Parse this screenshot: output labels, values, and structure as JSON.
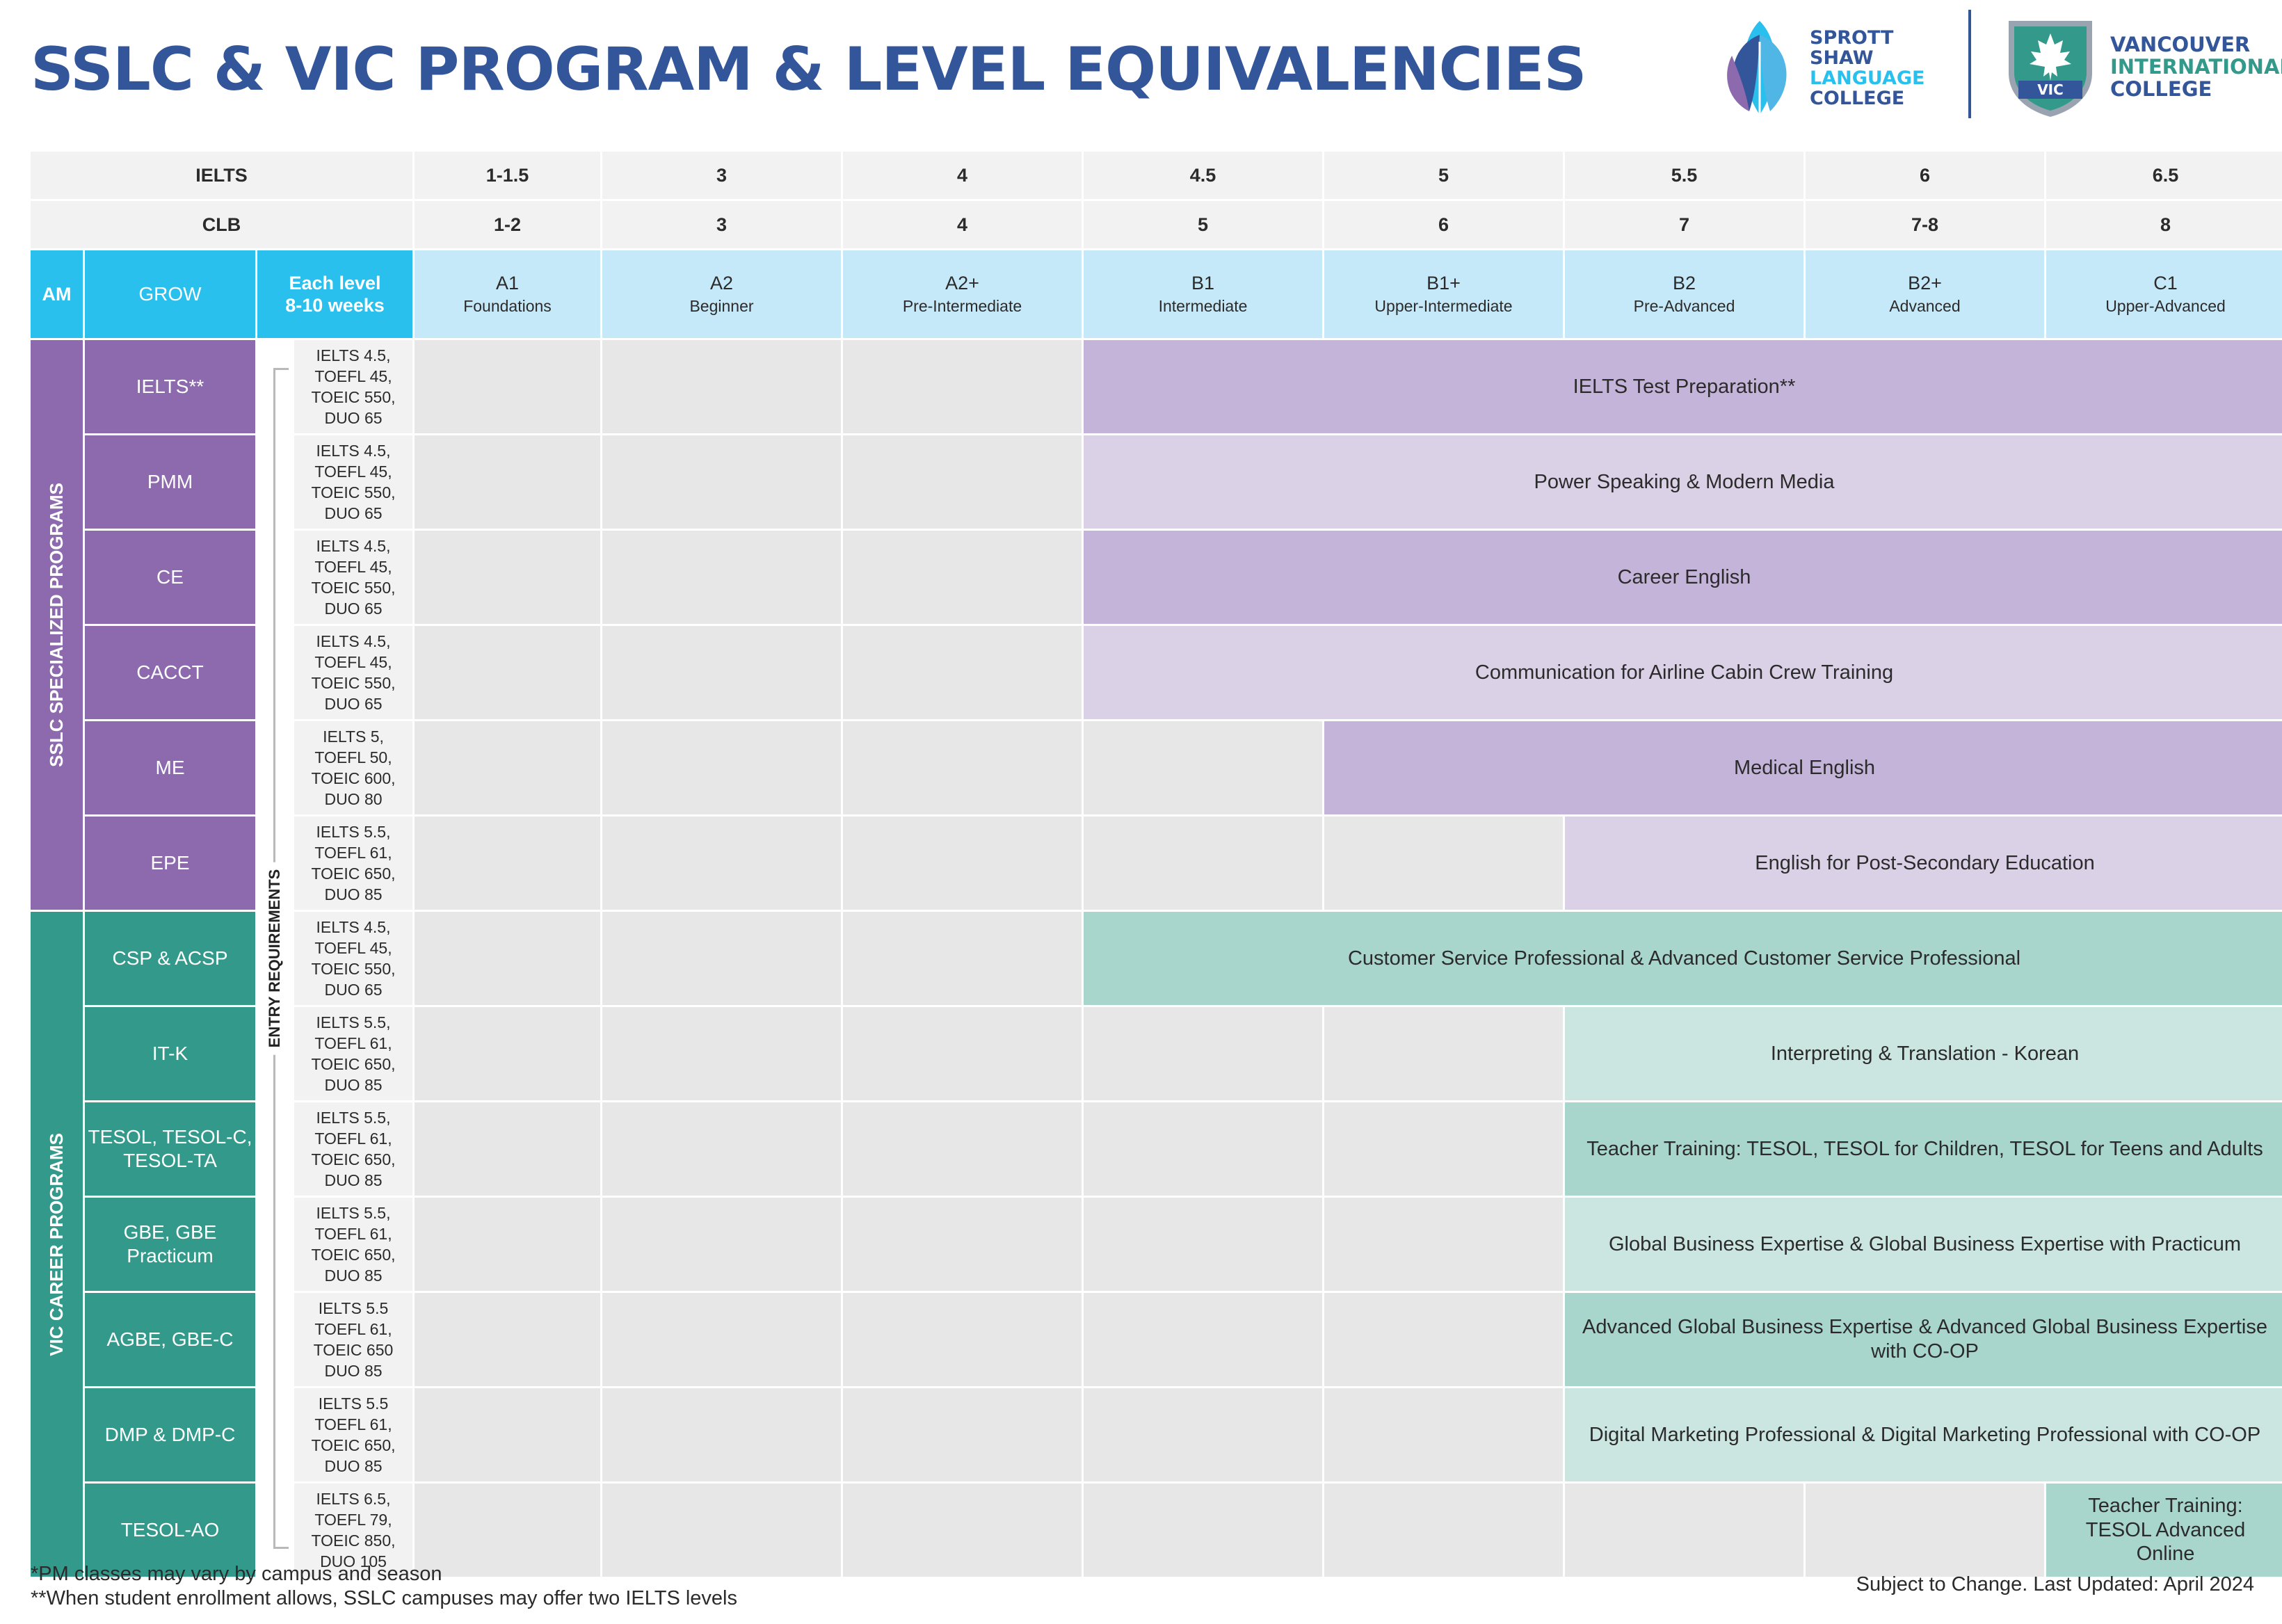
{
  "title": "SSLC & VIC PROGRAM & LEVEL EQUIVALENCIES",
  "logos": {
    "sslc": [
      "SPROTT",
      "SHAW",
      "LANGUAGE",
      "COLLEGE"
    ],
    "vic_badge": "VIC",
    "vic": [
      "VANCOUVER",
      "INTERNATIONAL",
      "COLLEGE"
    ]
  },
  "header": {
    "ielts_label": "IELTS",
    "clb_label": "CLB",
    "ielts": [
      "1-1.5",
      "3",
      "4",
      "4.5",
      "5",
      "5.5",
      "6",
      "6.5"
    ],
    "clb": [
      "1-2",
      "3",
      "4",
      "5",
      "6",
      "7",
      "7-8",
      "8"
    ],
    "am": "AM",
    "grow": "GROW",
    "each_level": [
      "Each level",
      "8-10 weeks"
    ],
    "levels": [
      {
        "code": "A1",
        "name": "Foundations"
      },
      {
        "code": "A2",
        "name": "Beginner"
      },
      {
        "code": "A2+",
        "name": "Pre-Intermediate"
      },
      {
        "code": "B1",
        "name": "Intermediate"
      },
      {
        "code": "B1+",
        "name": "Upper-Intermediate"
      },
      {
        "code": "B2",
        "name": "Pre-Advanced"
      },
      {
        "code": "B2+",
        "name": "Advanced"
      },
      {
        "code": "C1",
        "name": "Upper-Advanced"
      }
    ]
  },
  "groups": {
    "sslc": "SSLC SPECIALIZED PROGRAMS",
    "vic": "VIC CAREER PROGRAMS",
    "entry": "ENTRY REQUIREMENTS"
  },
  "programs": [
    {
      "code": "IELTS**",
      "entry": [
        "IELTS 4.5,",
        "TOEFL 45,",
        "TOEIC 550,",
        "DUO 65"
      ],
      "start": 3,
      "bar": "IELTS Test Preparation**",
      "shade": "p1"
    },
    {
      "code": "PMM",
      "entry": [
        "IELTS 4.5,",
        "TOEFL 45,",
        "TOEIC 550,",
        "DUO 65"
      ],
      "start": 3,
      "bar": "Power Speaking & Modern Media",
      "shade": "p2"
    },
    {
      "code": "CE",
      "entry": [
        "IELTS 4.5,",
        "TOEFL 45,",
        "TOEIC 550,",
        "DUO 65"
      ],
      "start": 3,
      "bar": "Career English",
      "shade": "p1"
    },
    {
      "code": "CACCT",
      "entry": [
        "IELTS 4.5,",
        "TOEFL 45,",
        "TOEIC 550,",
        "DUO 65"
      ],
      "start": 3,
      "bar": "Communication for Airline Cabin Crew Training",
      "shade": "p2"
    },
    {
      "code": "ME",
      "entry": [
        "IELTS 5,",
        "TOEFL 50,",
        "TOEIC 600,",
        "DUO 80"
      ],
      "start": 4,
      "bar": "Medical English",
      "shade": "p1"
    },
    {
      "code": "EPE",
      "entry": [
        "IELTS 5.5,",
        "TOEFL 61,",
        "TOEIC 650,",
        "DUO 85"
      ],
      "start": 5,
      "bar": "English for Post-Secondary Education",
      "shade": "p2"
    },
    {
      "code": "CSP & ACSP",
      "entry": [
        "IELTS 4.5,",
        "TOEFL 45,",
        "TOEIC 550,",
        "DUO 65"
      ],
      "start": 3,
      "bar": "Customer Service Professional & Advanced Customer Service Professional",
      "shade": "t1"
    },
    {
      "code": "IT-K",
      "entry": [
        "IELTS 5.5,",
        "TOEFL 61,",
        "TOEIC 650,",
        "DUO 85"
      ],
      "start": 5,
      "bar": "Interpreting & Translation - Korean",
      "shade": "t2"
    },
    {
      "code": "TESOL, TESOL-C, TESOL-TA",
      "entry": [
        "IELTS 5.5,",
        "TOEFL 61,",
        "TOEIC 650,",
        "DUO 85"
      ],
      "start": 5,
      "bar": "Teacher Training: TESOL, TESOL for Children, TESOL for Teens and Adults",
      "shade": "t1"
    },
    {
      "code": "GBE, GBE Practicum",
      "entry": [
        "IELTS 5.5,",
        "TOEFL 61,",
        "TOEIC 650,",
        "DUO 85"
      ],
      "start": 5,
      "bar": "Global Business Expertise & Global Business Expertise with Practicum",
      "shade": "t2"
    },
    {
      "code": "AGBE, GBE-C",
      "entry": [
        "IELTS 5.5",
        "TOEFL 61,",
        "TOEIC 650",
        "DUO 85"
      ],
      "start": 5,
      "bar": "Advanced Global Business Expertise & Advanced Global Business Expertise with CO-OP",
      "shade": "t1"
    },
    {
      "code": "DMP & DMP-C",
      "entry": [
        "IELTS 5.5",
        "TOEFL 61,",
        "TOEIC 650,",
        "DUO 85"
      ],
      "start": 5,
      "bar": "Digital Marketing Professional & Digital Marketing Professional with CO-OP",
      "shade": "t2"
    },
    {
      "code": "TESOL-AO",
      "entry": [
        "IELTS 6.5,",
        "TOEFL 79,",
        "TOEIC 850,",
        "DUO 105"
      ],
      "start": 7,
      "bar": "Teacher Training: TESOL Advanced Online",
      "shade": "t1"
    }
  ],
  "footnotes": {
    "pm": "*PM classes may vary by campus and season",
    "ielts": "**When student enrollment allows, SSLC campuses may offer two IELTS levels",
    "updated": "Subject to Change. Last Updated: April 2024"
  },
  "colors": {
    "title": "#33559a",
    "cyan": "#29c0ee",
    "purple": "#8c6aad",
    "teal": "#33998a",
    "level_bg": "#c6e9f9"
  }
}
